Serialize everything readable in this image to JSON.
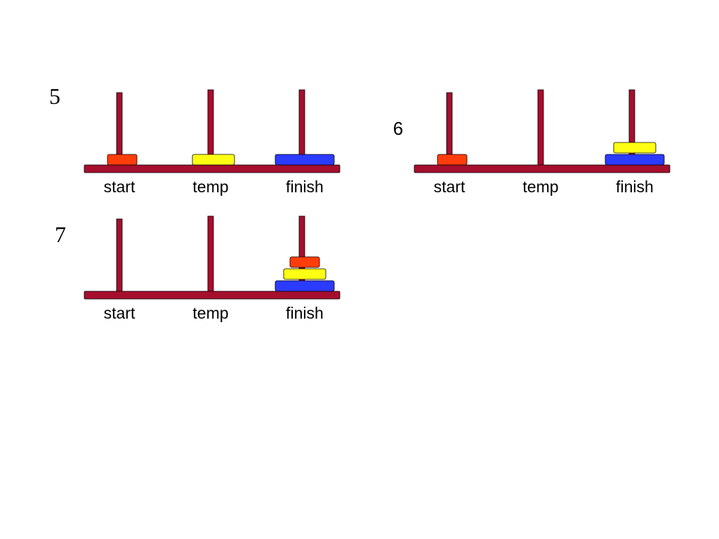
{
  "colors": {
    "wood": "#a50f2d",
    "disk_small": "#ff3d0a",
    "disk_medium": "#ffff14",
    "disk_large": "#2b3bff",
    "outline": "#000000"
  },
  "disk_sizes": {
    "small": "disk_small",
    "medium": "disk_medium",
    "large": "disk_large"
  },
  "panels": [
    {
      "step": "5",
      "step_font": "serif",
      "pegs": [
        {
          "label": "start",
          "disks": [
            "small"
          ]
        },
        {
          "label": "temp",
          "disks": [
            "medium"
          ]
        },
        {
          "label": "finish",
          "disks": [
            "large"
          ]
        }
      ]
    },
    {
      "step": "6",
      "step_font": "sans",
      "pegs": [
        {
          "label": "start",
          "disks": [
            "small"
          ]
        },
        {
          "label": "temp",
          "disks": []
        },
        {
          "label": "finish",
          "disks": [
            "large",
            "medium"
          ]
        }
      ]
    },
    {
      "step": "7",
      "step_font": "serif",
      "pegs": [
        {
          "label": "start",
          "disks": []
        },
        {
          "label": "temp",
          "disks": []
        },
        {
          "label": "finish",
          "disks": [
            "large",
            "medium",
            "small"
          ]
        }
      ]
    }
  ]
}
